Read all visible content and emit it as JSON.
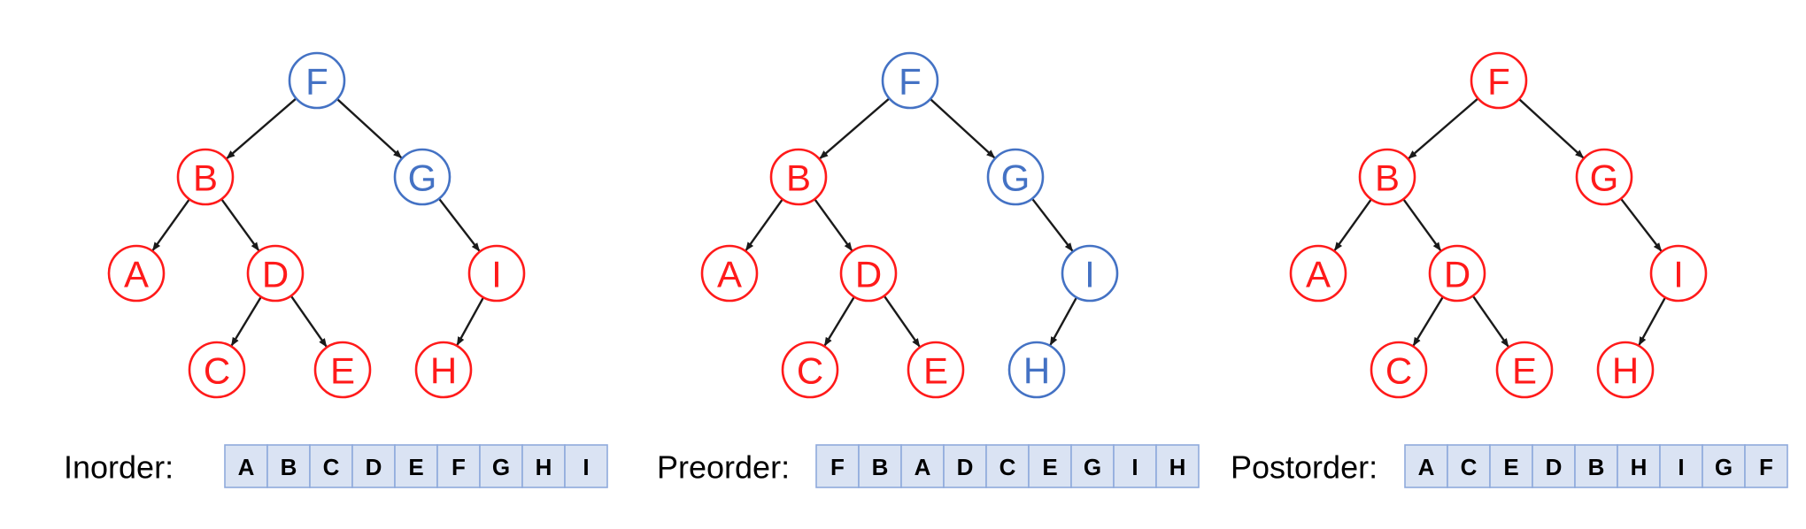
{
  "colors": {
    "red": "#ff1a1a",
    "blue": "#4472c4",
    "edge": "#1a1a1a",
    "cell_fill": "#dae3f3",
    "cell_stroke": "#8faadc"
  },
  "panels": [
    {
      "id": "inorder",
      "label": "Inorder:",
      "sequence": [
        "A",
        "B",
        "C",
        "D",
        "E",
        "F",
        "G",
        "H",
        "I"
      ],
      "blue_nodes": [
        "F",
        "G"
      ]
    },
    {
      "id": "preorder",
      "label": "Preorder:",
      "sequence": [
        "F",
        "B",
        "A",
        "D",
        "C",
        "E",
        "G",
        "I",
        "H"
      ],
      "blue_nodes": [
        "F",
        "G",
        "I",
        "H"
      ]
    },
    {
      "id": "postorder",
      "label": "Postorder:",
      "sequence": [
        "A",
        "C",
        "E",
        "D",
        "B",
        "H",
        "I",
        "G",
        "F"
      ],
      "blue_nodes": []
    }
  ],
  "tree": {
    "nodes": [
      "F",
      "B",
      "G",
      "A",
      "D",
      "I",
      "C",
      "E",
      "H"
    ],
    "edges": [
      [
        "F",
        "B"
      ],
      [
        "F",
        "G"
      ],
      [
        "B",
        "A"
      ],
      [
        "B",
        "D"
      ],
      [
        "G",
        "I"
      ],
      [
        "D",
        "C"
      ],
      [
        "D",
        "E"
      ],
      [
        "I",
        "H"
      ]
    ]
  }
}
